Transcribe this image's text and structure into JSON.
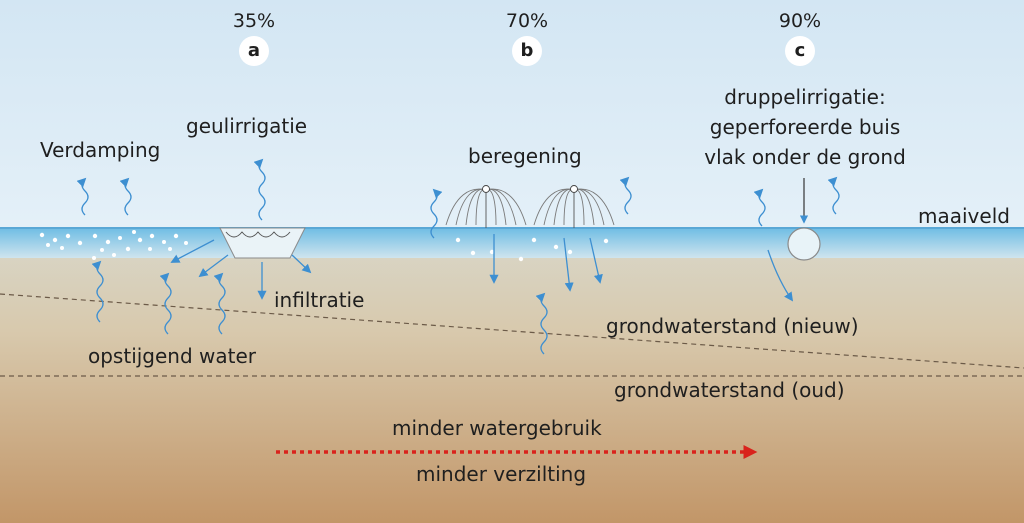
{
  "methods": [
    {
      "letter": "a",
      "efficiency": "35%",
      "name": "geulirrigatie"
    },
    {
      "letter": "b",
      "efficiency": "70%",
      "name": "beregening"
    },
    {
      "letter": "c",
      "efficiency": "90%",
      "name_lines": [
        "druppelirrigatie:",
        "geperforeerde buis",
        "vlak onder de grond"
      ]
    }
  ],
  "labels": {
    "evaporation": "Verdamping",
    "surface": "maaiveld",
    "infiltration": "infiltratie",
    "rising_water": "opstijgend water",
    "groundwater_new": "grondwaterstand (nieuw)",
    "groundwater_old": "grondwaterstand (oud)",
    "less_water_use": "minder watergebruik",
    "less_salinization": "minder verzilting"
  },
  "colors": {
    "sky": "#d8e9f4",
    "water_layer": "#7ec3e6",
    "soil_top": "#d9d6c8",
    "soil_bottom": "#c49a6c",
    "arrow_blue": "#3d8fd1",
    "arrow_red": "#d9231c"
  }
}
